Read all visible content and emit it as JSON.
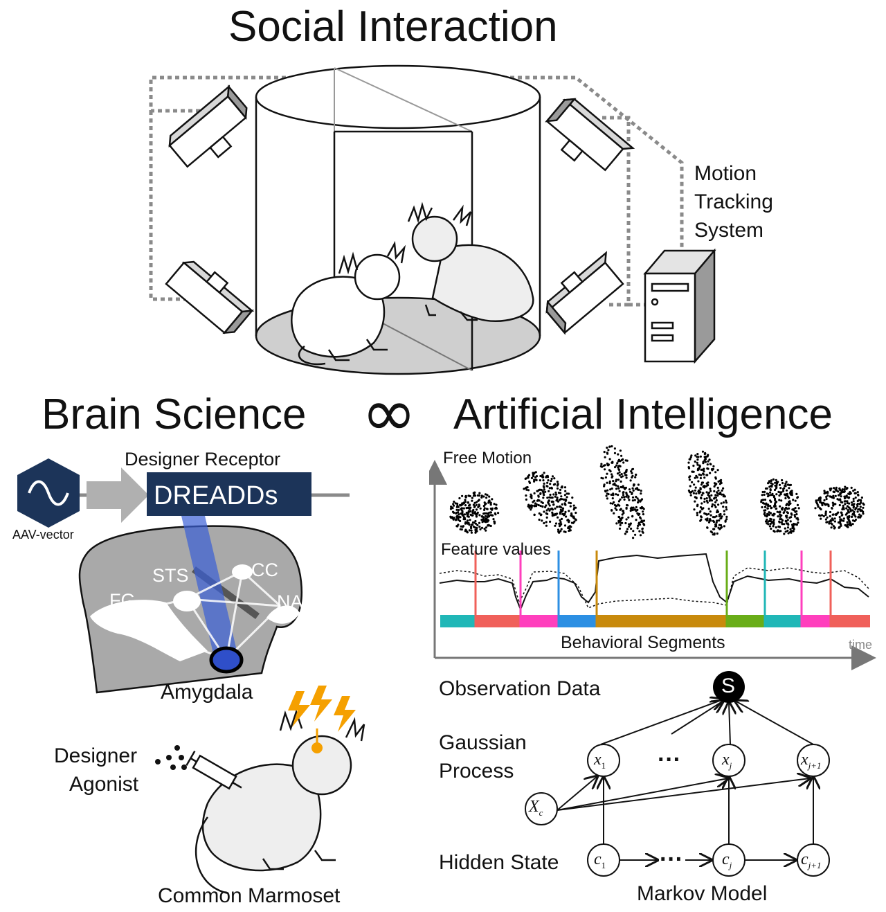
{
  "header": {
    "title": "Social Interaction"
  },
  "setup": {
    "motion_system_lines": [
      "Motion",
      "Tracking",
      "System"
    ]
  },
  "middle": {
    "left_title": "Brain Science",
    "infinity_symbol": "∞",
    "right_title": "Artificial Intelligence"
  },
  "brain": {
    "receptor_caption": "Designer Receptor",
    "receptor_box": "DREADDs",
    "vector_label": "AAV-vector",
    "regions": {
      "sts": "STS",
      "cc": "CC",
      "fg": "FG",
      "nac": "NAc",
      "amygdala": "Amygdala"
    },
    "agonist_lines": [
      "Designer",
      "Agonist"
    ],
    "animal_caption": "Common Marmoset",
    "colors": {
      "receptor_box": "#1c3459",
      "beam": "#3b5fd6",
      "lightning": "#f5a000"
    }
  },
  "ai": {
    "free_motion_label": "Free Motion",
    "feature_values_label": "Feature values",
    "segments_label": "Behavioral Segments",
    "time_label": "time",
    "segment_colors": [
      "#20b7b7",
      "#f0605a",
      "#ff3fbd",
      "#2c8fe3",
      "#c88a0c",
      "#69ad18",
      "#20b7b7",
      "#ff3fbd",
      "#f0605a"
    ],
    "model": {
      "observation_label": "Observation Data",
      "observation_node": "S",
      "gp_lines": [
        "Gaussian",
        "Process"
      ],
      "hidden_label": "Hidden State",
      "markov_label": "Markov Model",
      "ellipsis": "···",
      "x_nodes": [
        {
          "base": "x",
          "sub": "1"
        },
        {
          "base": "x",
          "sub": "j"
        },
        {
          "base": "x",
          "sub": "j+1"
        }
      ],
      "c_nodes": [
        {
          "base": "c",
          "sub": "1"
        },
        {
          "base": "c",
          "sub": "j"
        },
        {
          "base": "c",
          "sub": "j+1"
        }
      ],
      "xc_node": {
        "base": "X",
        "sub": "c"
      }
    }
  }
}
